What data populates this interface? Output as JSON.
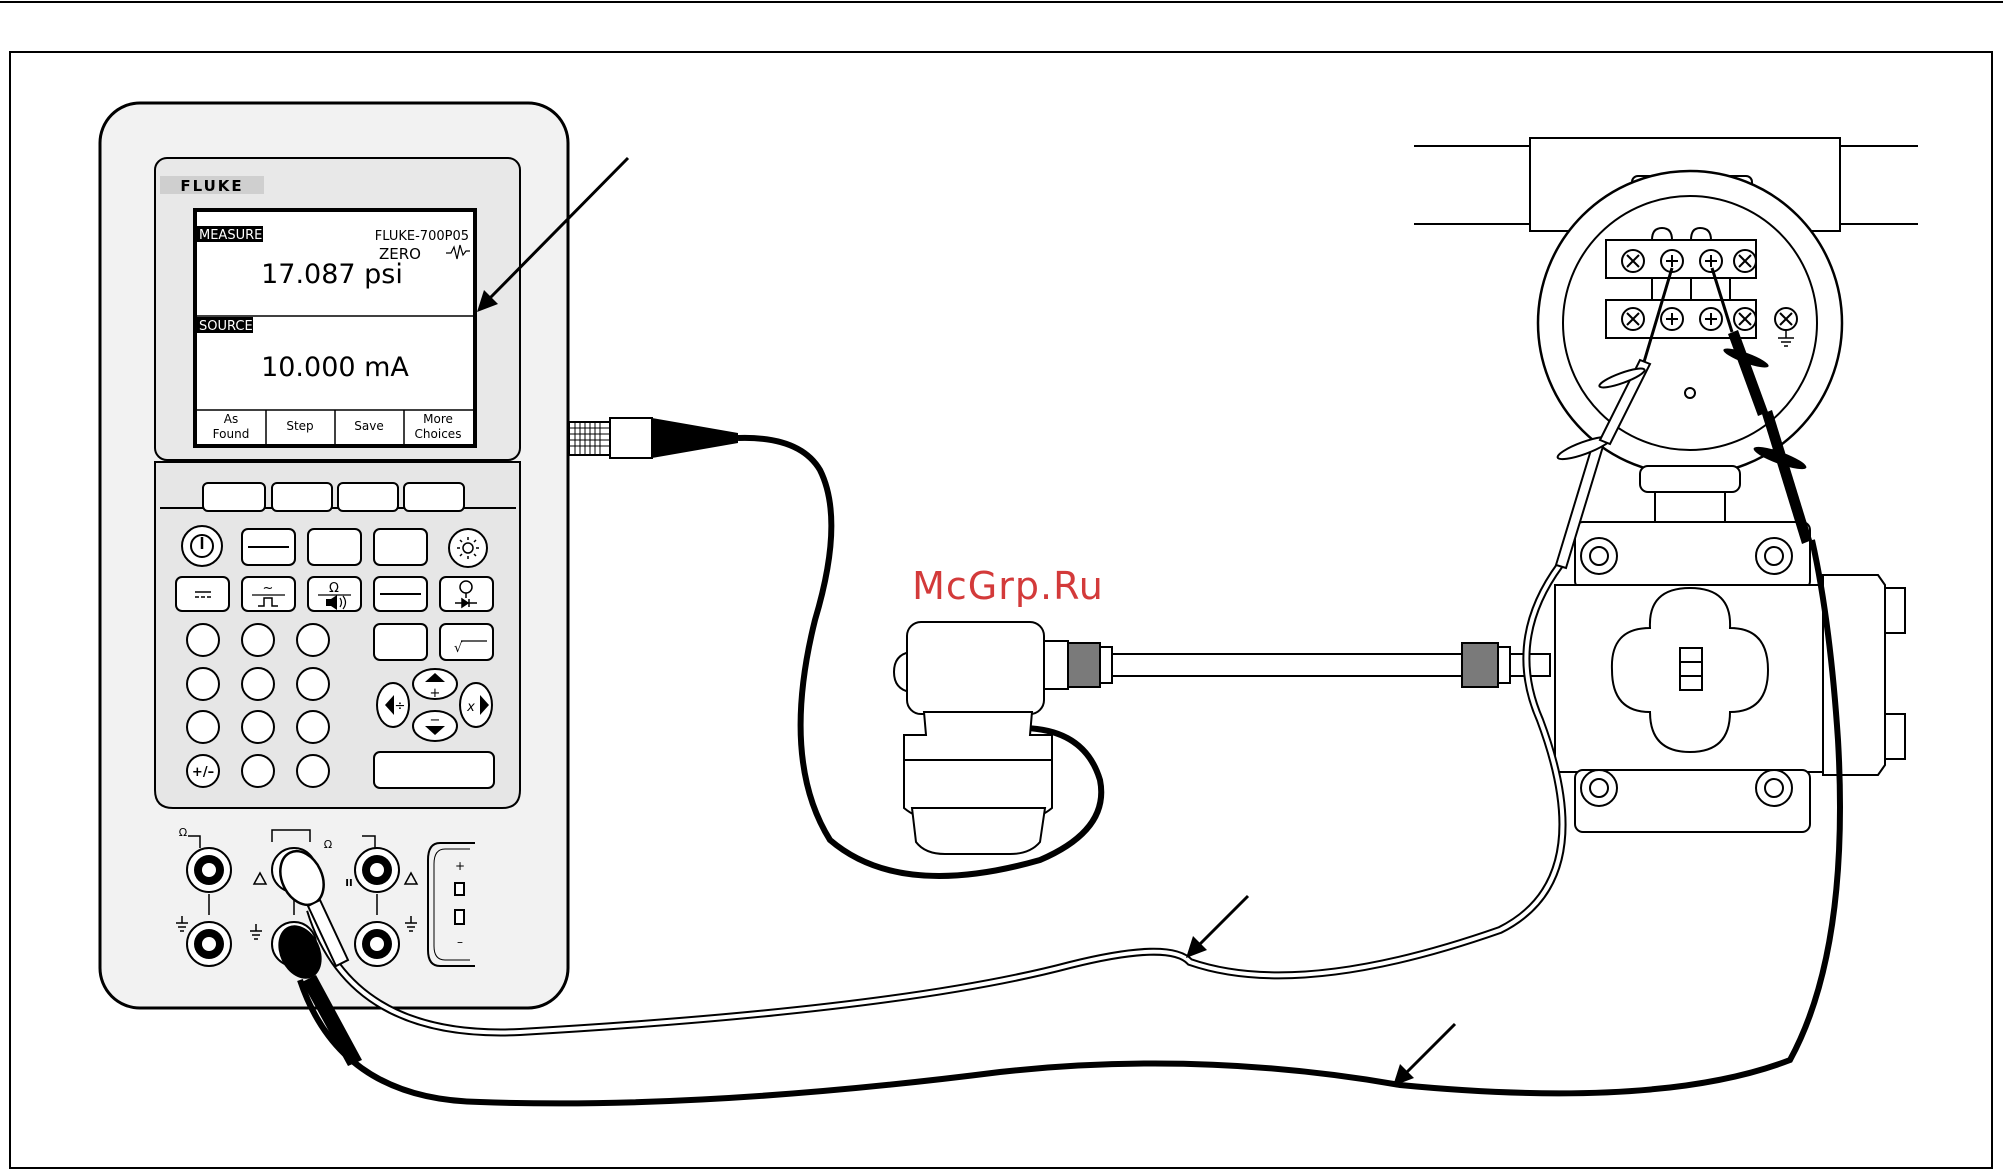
{
  "device": {
    "brand": "FLUKE",
    "display": {
      "measure_label": "MEASURE",
      "module_name": "FLUKE-700P05",
      "zero_label": "ZERO",
      "measure_value": "17.087 psi",
      "source_label": "SOURCE",
      "source_value": "10.000 mA",
      "softkeys": [
        {
          "line1": "As",
          "line2": "Found"
        },
        {
          "line1": "Step",
          "line2": ""
        },
        {
          "line1": "Save",
          "line2": ""
        },
        {
          "line1": "More",
          "line2": "Choices"
        }
      ]
    },
    "keys": {
      "tilde": "~",
      "omega": "Ω",
      "plus_minus": "+/–",
      "plus": "+",
      "divide": "÷",
      "minus": "−",
      "times": "x",
      "sqrt": "√"
    },
    "jacks": {
      "omega_left": "Ω",
      "omega_mid": "Ω",
      "roman_two": "II",
      "plus": "+",
      "minus": "–"
    }
  },
  "watermark": "McGrp.Ru"
}
